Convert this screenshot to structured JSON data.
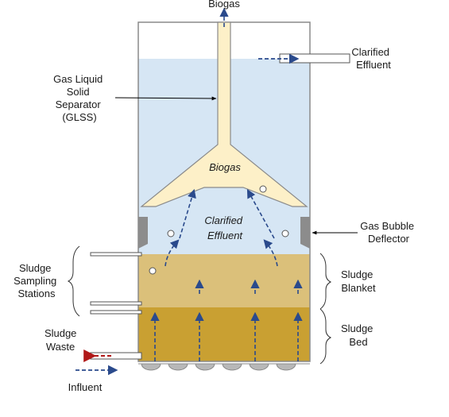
{
  "labels": {
    "biogas_top": "Biogas",
    "clarified_effluent_out": [
      "Clarified",
      "Effluent"
    ],
    "glss": [
      "Gas Liquid",
      "Solid",
      "Separator",
      "(GLSS)"
    ],
    "biogas_inner": "Biogas",
    "clarified_effluent_inner": [
      "Clarified",
      "Effluent"
    ],
    "gas_bubble_deflector": [
      "Gas Bubble",
      "Deflector"
    ],
    "sludge_sampling_stations": [
      "Sludge",
      "Sampling",
      "Stations"
    ],
    "sludge_blanket": [
      "Sludge",
      "Blanket"
    ],
    "sludge_bed": [
      "Sludge",
      "Bed"
    ],
    "sludge_waste": [
      "Sludge",
      "Waste"
    ],
    "influent": "Influent"
  },
  "colors": {
    "water": "#d6e6f4",
    "blanket": "#dbc07a",
    "bed": "#c9a032",
    "biogas": "#fdf0c8",
    "arrow_blue": "#2a4a8c",
    "waste_red": "#b01818",
    "deflector": "#8c8c8c",
    "wall": "#8a8a8a"
  }
}
